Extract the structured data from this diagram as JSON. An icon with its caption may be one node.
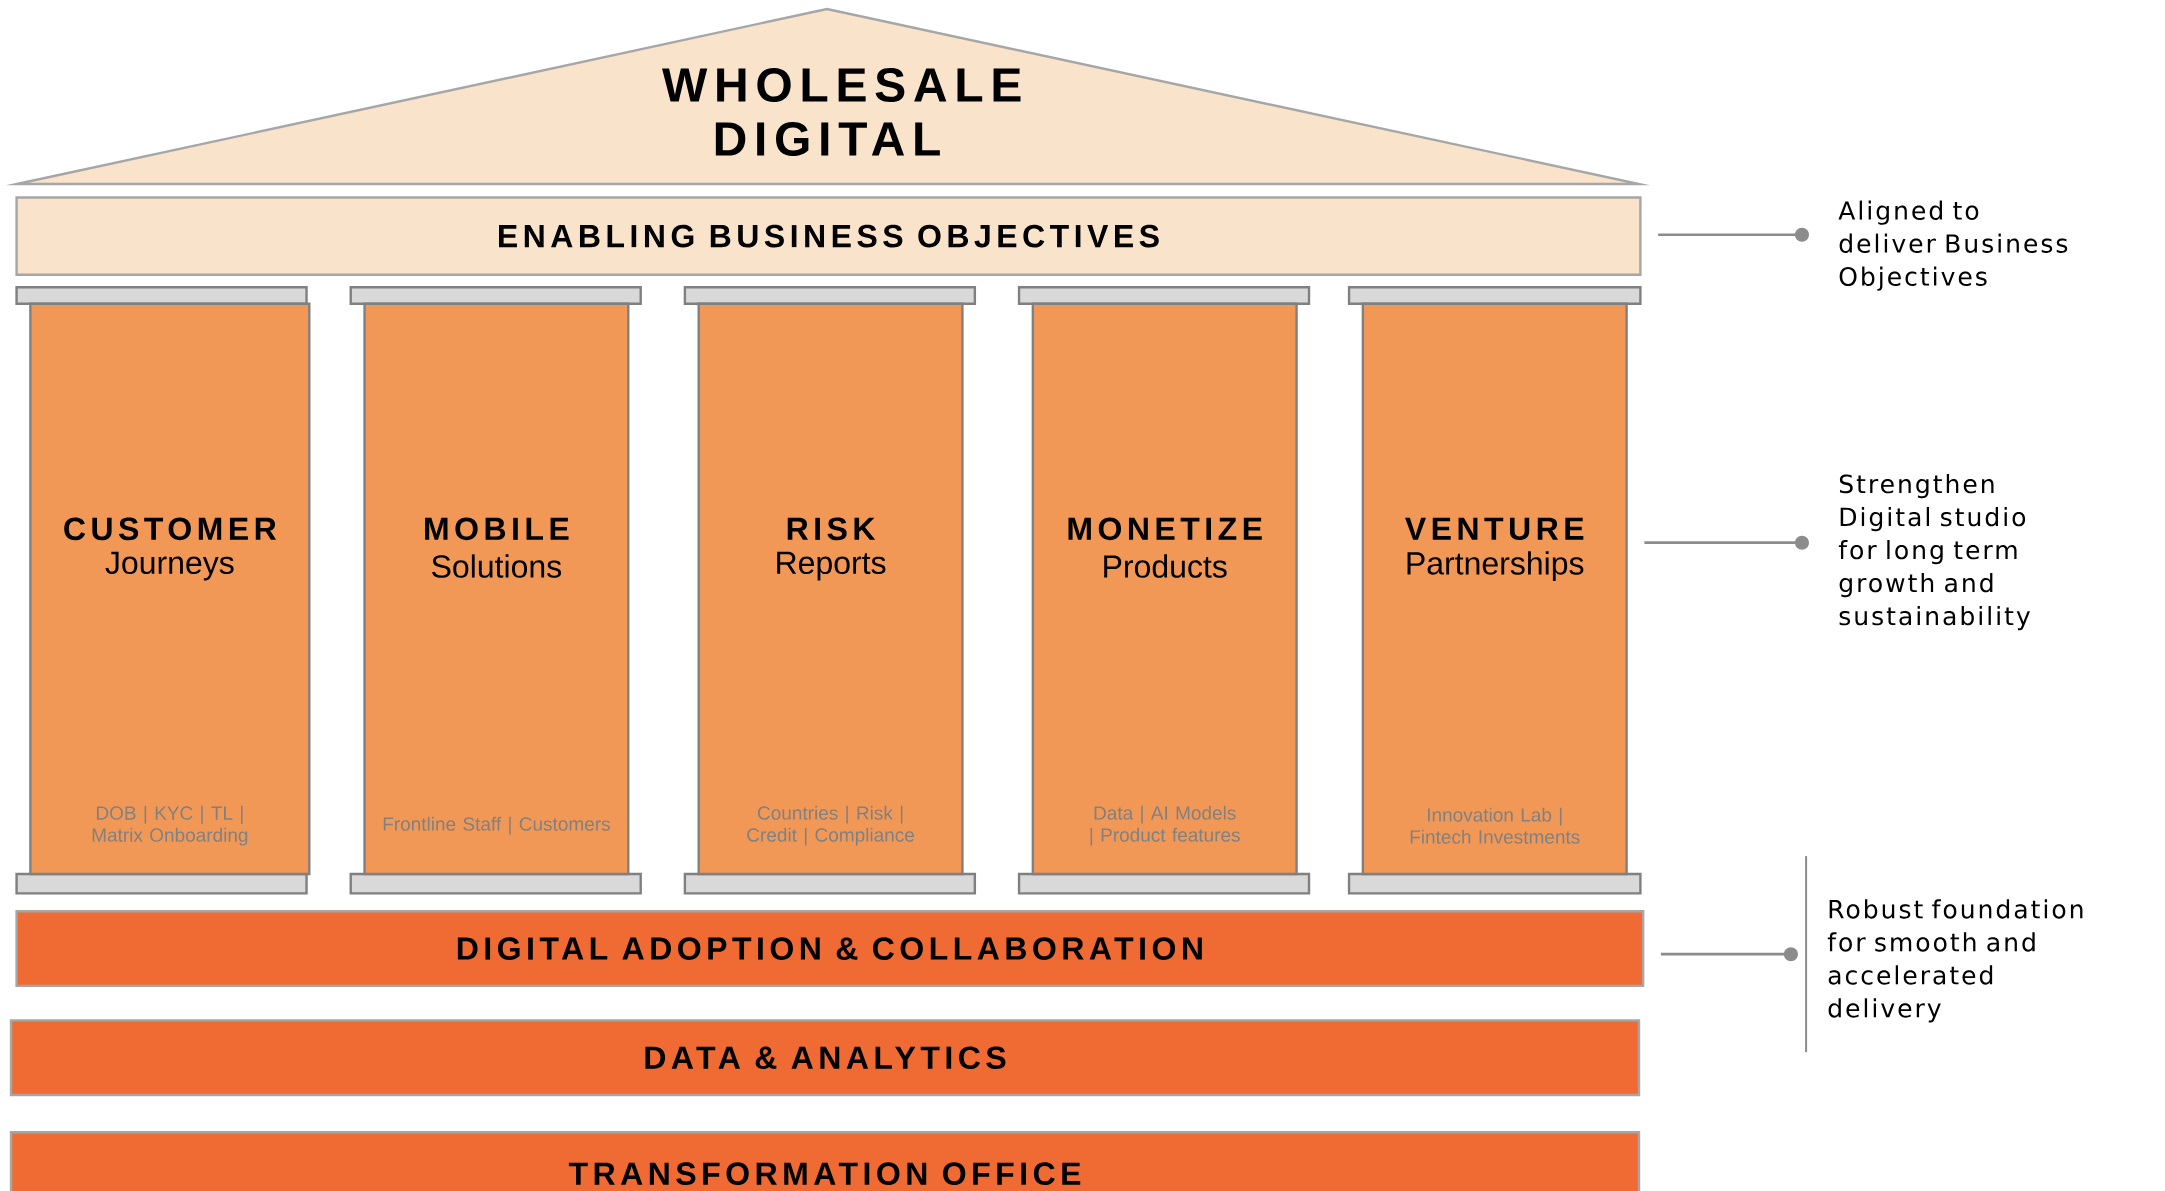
{
  "diagram": {
    "nodes": [
      {
        "text": [
          "WHOLESALE DIGITAL"
        ]
      },
      {
        "text": [
          "ENABLING BUSINESS OBJECTIVES"
        ]
      },
      {
        "text": [
          "CUSTOMER",
          "Journeys",
          "DOB | KYC | TL | Matrix Onboarding"
        ]
      },
      {
        "text": [
          "MOBILE",
          "Solutions",
          "Frontline Staff | Customers"
        ]
      },
      {
        "text": [
          "RISK",
          "Reports",
          "Countries | Risk | Credit | Compliance"
        ]
      },
      {
        "text": [
          "MONETIZE",
          "Products",
          "Data | AI Models | Product features"
        ]
      },
      {
        "text": [
          "VENTURE",
          "Partnerships",
          "Innovation Lab | Fintech Investments"
        ]
      },
      {
        "text": [
          "DIGITAL ADOPTION & COLLABORATION"
        ]
      },
      {
        "text": [
          "DATA & ANALYTICS"
        ]
      },
      {
        "text": [
          "TRANSFORMATION OFFICE"
        ]
      },
      {
        "text": [
          "Aligned to deliver Business Objectives"
        ]
      },
      {
        "text": [
          "Strengthen Digital studio for long term growth and sustainability"
        ]
      },
      {
        "text": [
          "Robust foundation for smooth and accelerated delivery"
        ]
      }
    ],
    "edges": [
      {
        "from": 10,
        "to": 1,
        "arrow": "other"
      },
      {
        "from": 11,
        "to": 6,
        "arrow": "other"
      },
      {
        "from": 12,
        "to": 7,
        "arrow": "other"
      }
    ]
  }
}
